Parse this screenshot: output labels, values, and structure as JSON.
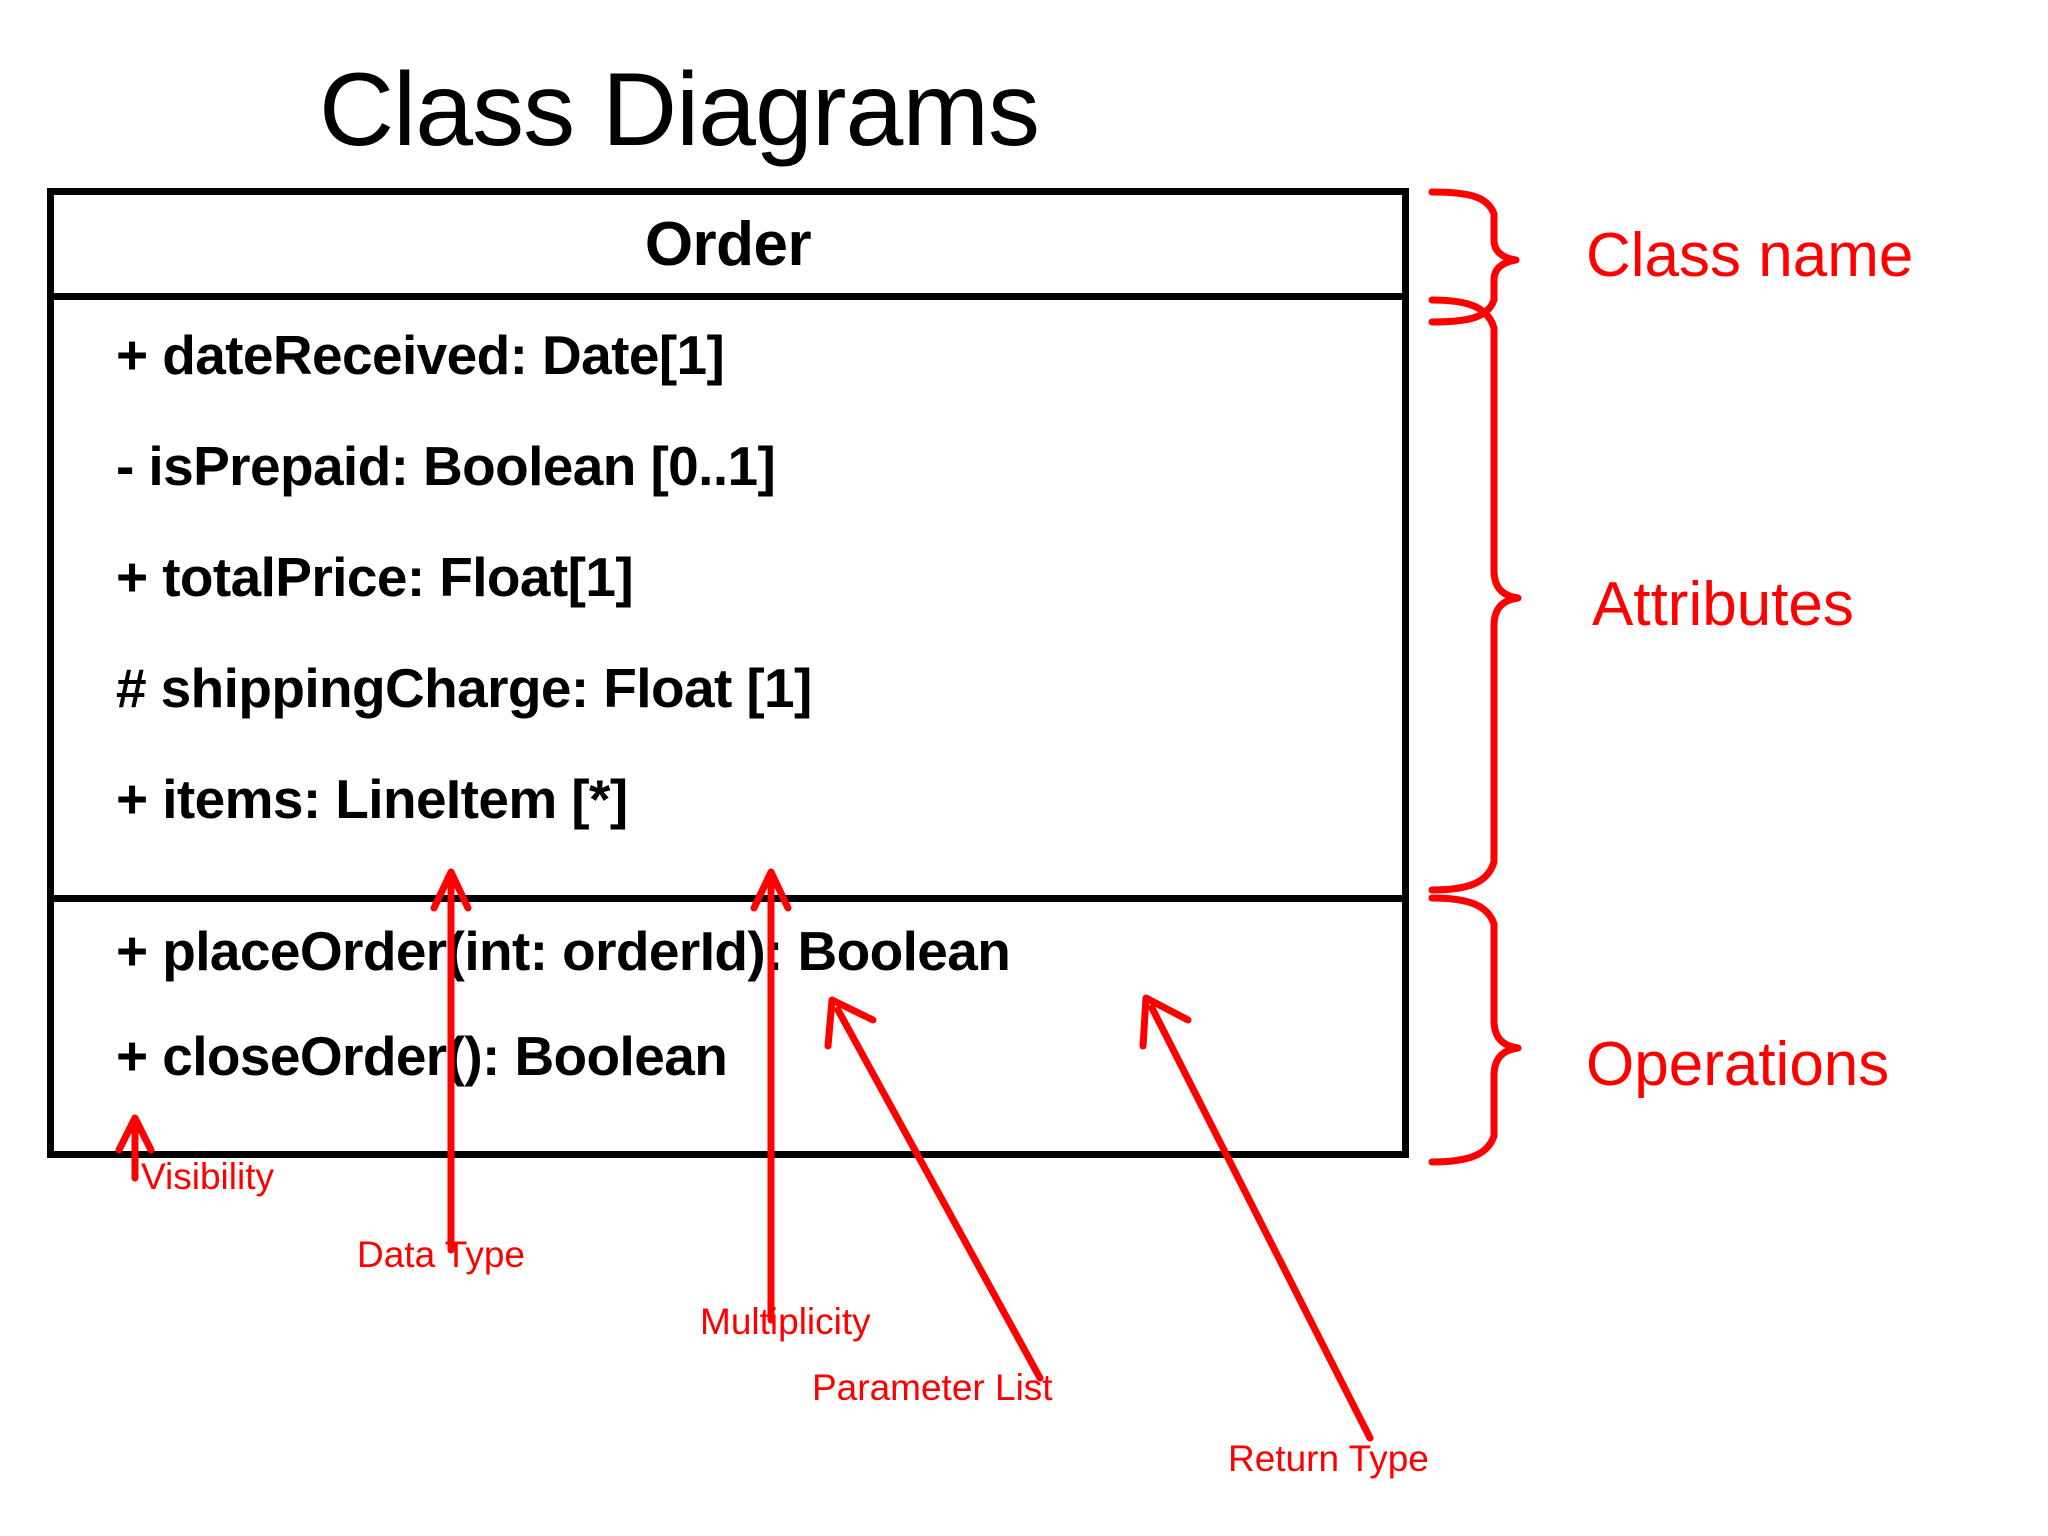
{
  "title": "Class Diagrams",
  "class_box": {
    "class_name": "Order",
    "attributes": [
      "+ dateReceived: Date[1]",
      "- isPrepaid: Boolean [0..1]",
      "+ totalPrice: Float[1]",
      "# shippingCharge: Float [1]",
      "+ items: LineItem [*]"
    ],
    "operations": [
      "+ placeOrder(int: orderId): Boolean",
      "+ closeOrder(): Boolean"
    ]
  },
  "annotations": {
    "accent_color": "#FF0000",
    "side_labels": [
      {
        "id": "class-name",
        "text": "Class name"
      },
      {
        "id": "attributes",
        "text": "Attributes"
      },
      {
        "id": "operations",
        "text": "Operations"
      }
    ],
    "callout_labels": [
      {
        "id": "visibility",
        "text": "Visibility"
      },
      {
        "id": "data-type",
        "text": "Data Type"
      },
      {
        "id": "multiplicity",
        "text": "Multiplicity"
      },
      {
        "id": "parameter-list",
        "text": "Parameter List"
      },
      {
        "id": "return-type",
        "text": "Return Type"
      }
    ]
  }
}
